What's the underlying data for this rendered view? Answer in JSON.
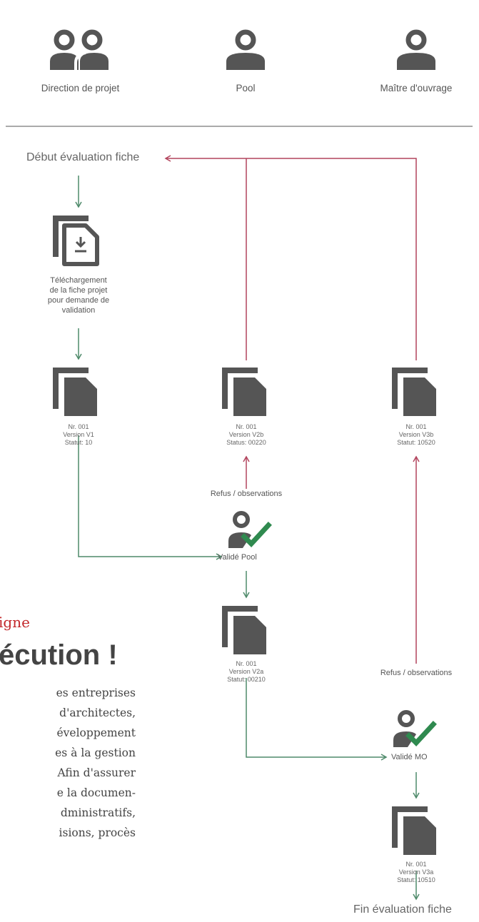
{
  "roles": {
    "direction": "Direction de projet",
    "pool": "Pool",
    "mo": "Maître d'ouvrage"
  },
  "flow": {
    "start": "Début évaluation fiche",
    "download_caption": [
      "Téléchargement",
      "de la fiche projet",
      "pour demande de",
      "validation"
    ],
    "refus_pool": "Refus / observations",
    "refus_mo": "Refus / observations",
    "valide_pool": "Validé Pool",
    "valide_mo": "Validé MO",
    "end": "Fin évaluation fiche"
  },
  "documents": {
    "v1": [
      "Nr. 001",
      "Version V1",
      "Statut: 10"
    ],
    "v2b": [
      "Nr. 001",
      "Version V2b",
      "Status: 00220"
    ],
    "v3b": [
      "Nr. 001",
      "Version V3b",
      "Statut: 10520"
    ],
    "v2a": [
      "Nr. 001",
      "Version V2a",
      "Statut: 00210"
    ],
    "v3a": [
      "Nr. 001",
      "Version V3a",
      "Statut: 10510"
    ]
  },
  "article": {
    "kicker": "igne",
    "headline": "écution !",
    "lines": [
      "es entreprises",
      "d'architectes,",
      "éveloppement",
      "es à la gestion",
      "Afin d'assurer",
      "e la documen-",
      "dministratifs,",
      "isions, procès"
    ]
  },
  "colors": {
    "green": "#4e8a6a",
    "red": "#b2445d",
    "check": "#2f8a4f",
    "icon": "#555555",
    "accent_text": "#c3272b"
  }
}
